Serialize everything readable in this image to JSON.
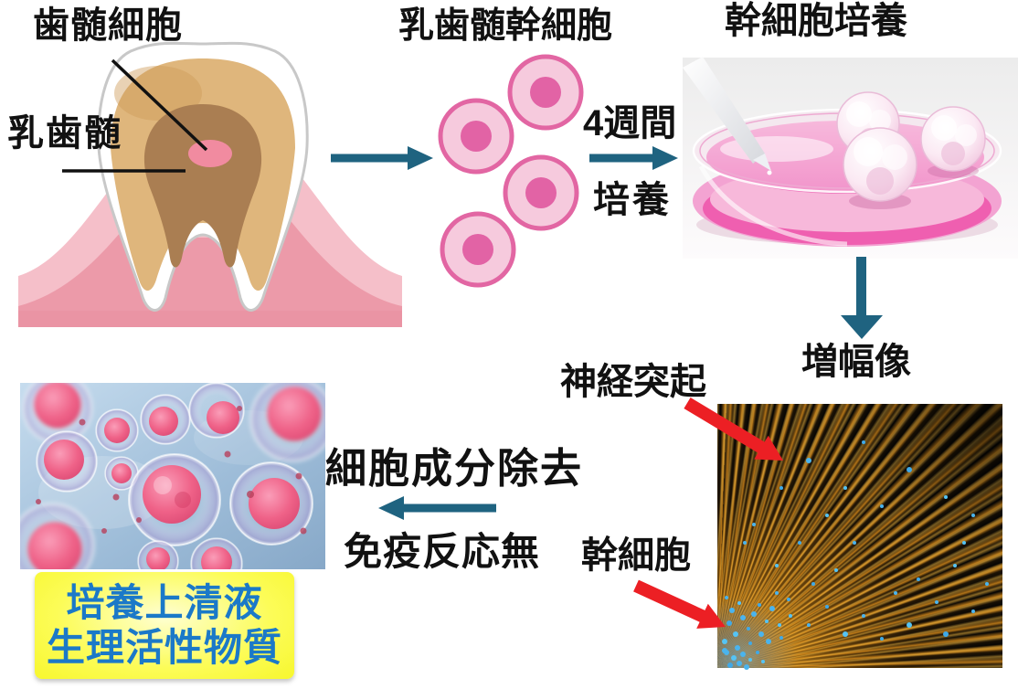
{
  "colors": {
    "arrow_teal": "#1f6380",
    "arrow_red": "#ec1f24",
    "box_yellow": "#fbfb45",
    "box_text_blue": "#1b79c8"
  },
  "labels": {
    "pulp_cells": "歯髄細胞",
    "deciduous_pulp": "乳歯髄",
    "stem_cells_title": "乳歯髄幹細胞",
    "four_weeks": "4週間",
    "culture": "培養",
    "stem_cell_culture_title": "幹細胞培養",
    "amplified_image": "増幅像",
    "neurite": "神経突起",
    "stem_cell": "幹細胞",
    "cell_component_removal": "細胞成分除去",
    "no_immune_reaction": "免疫反応無",
    "supernatant_line1": "培養上清液",
    "supernatant_line2": "生理活性物質"
  }
}
